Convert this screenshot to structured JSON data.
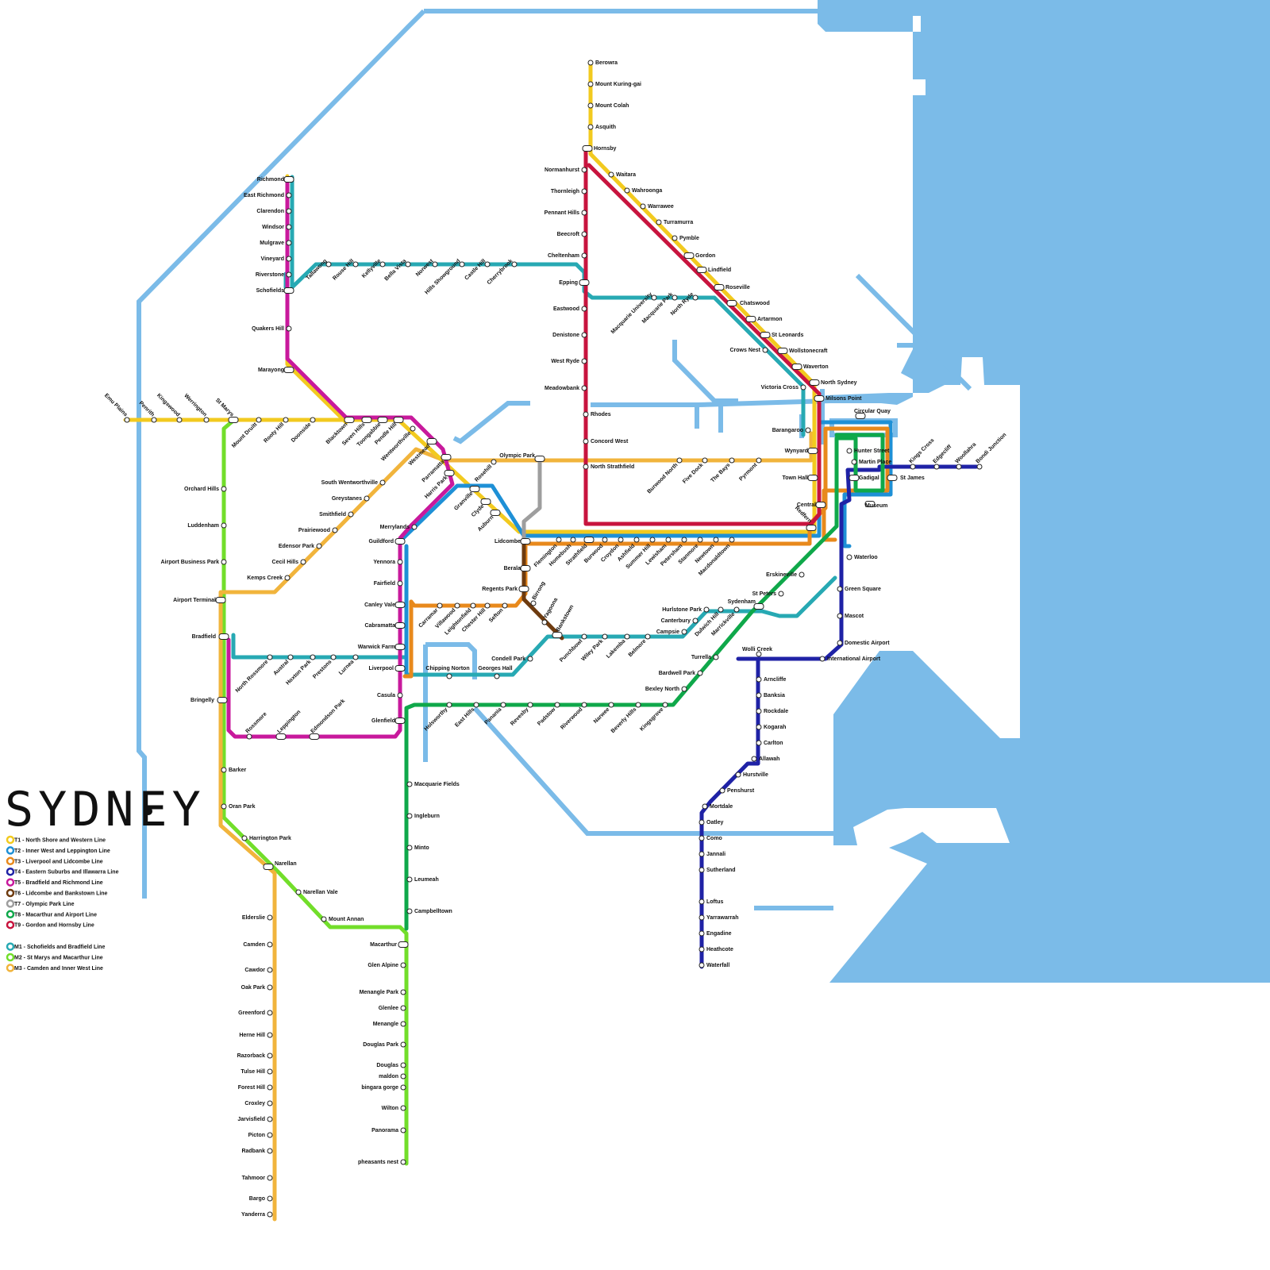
{
  "title": "SYDNEY",
  "colors": {
    "water": "#7bbbe8",
    "T1": "#f2ca1f",
    "T2": "#1e90d6",
    "T3": "#e8891c",
    "T4": "#1f22a6",
    "T5": "#c8199c",
    "T6": "#6e3b0f",
    "T7": "#9e9e9e",
    "T8": "#0fa84a",
    "T9": "#c8143e",
    "M1": "#27a9b3",
    "M2": "#72de2a",
    "M3": "#f1b43c"
  },
  "legend": [
    {
      "key": "T1",
      "label": "T1 - North Shore and Western Line"
    },
    {
      "key": "T2",
      "label": "T2 - Inner West and Leppington Line"
    },
    {
      "key": "T3",
      "label": "T3 - Liverpool and Lidcombe Line"
    },
    {
      "key": "T4",
      "label": "T4 - Eastern Suburbs and Illawarra Line"
    },
    {
      "key": "T5",
      "label": "T5 - Bradfield and Richmond Line"
    },
    {
      "key": "T6",
      "label": "T6 - Lidcombe and Bankstown Line"
    },
    {
      "key": "T7",
      "label": "T7 - Olympic Park Line"
    },
    {
      "key": "T8",
      "label": "T8 - Macarthur and Airport Line"
    },
    {
      "key": "T9",
      "label": "T9 - Gordon and Hornsby Line"
    },
    {
      "key": "M1",
      "label": "M1 - Schofields and Bradfield Line"
    },
    {
      "key": "M2",
      "label": "M2 - St Marys and Macarthur Line"
    },
    {
      "key": "M3",
      "label": "M3 - Camden and Inner West Line"
    }
  ],
  "stations": {
    "berowra": "Berowra",
    "mount_kuring_gai": "Mount Kuring-gai",
    "mount_colah": "Mount Colah",
    "asquith": "Asquith",
    "hornsby": "Hornsby",
    "waitara": "Waitara",
    "wahroonga": "Wahroonga",
    "warrawee": "Warrawee",
    "turramurra": "Turramurra",
    "pymble": "Pymble",
    "gordon": "Gordon",
    "lindfield": "Lindfield",
    "roseville": "Roseville",
    "chatswood": "Chatswood",
    "artarmon": "Artarmon",
    "st_leonards": "St Leonards",
    "wollstonecraft": "Wollstonecraft",
    "waverton": "Waverton",
    "north_sydney": "North Sydney",
    "milsons_point": "Milsons Point",
    "normanhurst": "Normanhurst",
    "thornleigh": "Thornleigh",
    "pennant_hills": "Pennant Hills",
    "beecroft": "Beecroft",
    "cheltenham": "Cheltenham",
    "epping": "Epping",
    "eastwood": "Eastwood",
    "denistone": "Denistone",
    "west_ryde": "West Ryde",
    "meadowbank": "Meadowbank",
    "rhodes": "Rhodes",
    "concord_west": "Concord West",
    "north_strathfield": "North Strathfield",
    "macquarie_university": "Macquarie University",
    "macquarie_park": "Macquarie Park",
    "north_ryde": "North Ryde",
    "crows_nest": "Crows Nest",
    "victoria_cross": "Victoria Cross",
    "barangaroo": "Barangaroo",
    "richmond": "Richmond",
    "east_richmond": "East Richmond",
    "clarendon": "Clarendon",
    "windsor": "Windsor",
    "mulgrave": "Mulgrave",
    "vineyard": "Vineyard",
    "riverstone": "Riverstone",
    "schofields": "Schofields",
    "quakers_hill": "Quakers Hill",
    "marayong": "Marayong",
    "tallawong": "Tallawong",
    "rouse_hill": "Rouse Hill",
    "kellyville": "Kellyville",
    "bella_vista": "Bella Vista",
    "norwest": "Norwest",
    "hills_showground": "Hills Showground",
    "castle_hill": "Castle Hill",
    "cherrybrook": "Cherrybrook",
    "emu_plains": "Emu Plains",
    "penrith": "Penrith",
    "kingswood": "Kingswood",
    "werrington": "Werrington",
    "st_marys": "St Marys",
    "mount_druitt": "Mount Druitt",
    "rooty_hill": "Rooty Hill",
    "doonside": "Doonside",
    "blacktown": "Blacktown",
    "seven_hills": "Seven Hills",
    "toongabbie": "Toongabbie",
    "pendle_hill": "Pendle Hill",
    "wentworthville": "Wentworthville",
    "westmead": "Westmead",
    "parramatta": "Parramatta",
    "harris_park": "Harris Park",
    "granville": "Granville",
    "clyde": "Clyde",
    "auburn": "Auburn",
    "rosehill": "Rosehill",
    "olympic_park": "Olympic Park",
    "lidcombe": "Lidcombe",
    "flemington": "Flemington",
    "homebush": "Homebush",
    "strathfield": "Strathfield",
    "burwood": "Burwood",
    "croydon": "Croydon",
    "ashfield": "Ashfield",
    "summer_hill": "Summer Hill",
    "lewisham": "Lewisham",
    "petersham": "Petersham",
    "stanmore": "Stanmore",
    "newtown": "Newtown",
    "macdonaldtown": "Macdonaldtown",
    "redfern": "Redfern",
    "burwood_north": "Burwood North",
    "five_dock": "Five Dock",
    "the_bays": "The Bays",
    "pyrmont": "Pyrmont",
    "wynyard": "Wynyard",
    "town_hall": "Town Hall",
    "central": "Central",
    "circular_quay": "Circular Quay",
    "hunter_street": "Hunter Street",
    "martin_place": "Martin Place",
    "gadigal": "Gadigal",
    "st_james": "St James",
    "museum": "Museum",
    "kings_cross": "Kings Cross",
    "edgecliff": "Edgecliff",
    "woollahra": "Woollahra",
    "bondi_junction": "Bondi Junction",
    "south_wentworthville": "South Wentworthville",
    "greystanes": "Greystanes",
    "smithfield": "Smithfield",
    "prairiewood": "Prairiewood",
    "edensor_park": "Edensor Park",
    "cecil_hills": "Cecil Hills",
    "kemps_creek": "Kemps Creek",
    "orchard_hills": "Orchard Hills",
    "luddenham": "Luddenham",
    "airport_business_park": "Airport Business Park",
    "airport_terminal": "Airport Terminal",
    "bradfield": "Bradfield",
    "bringelly": "Bringelly",
    "barker": "Barker",
    "oran_park": "Oran Park",
    "harrington_park": "Harrington Park",
    "narellan": "Narellan",
    "narellan_vale": "Narellan Vale",
    "mount_annan": "Mount Annan",
    "merrylands": "Merrylands",
    "guildford": "Guildford",
    "yennora": "Yennora",
    "fairfield": "Fairfield",
    "canley_vale": "Canley Vale",
    "cabramatta": "Cabramatta",
    "warwick_farm": "Warwick Farm",
    "liverpool": "Liverpool",
    "casula": "Casula",
    "glenfield": "Glenfield",
    "berala": "Berala",
    "regents_park": "Regents Park",
    "birrong": "Birrong",
    "yagoona": "Yagoona",
    "bankstown": "Bankstown",
    "carramar": "Carramar",
    "villawood": "Villawood",
    "leightonfield": "Leightonfield",
    "chester_hill": "Chester Hill",
    "sefton": "Sefton",
    "north_rossmore": "North Rossmore",
    "austral": "Austral",
    "hoxton_park": "Hoxton Park",
    "prestons": "Prestons",
    "lurnea": "Lurnea",
    "rossmore": "Rossmore",
    "leppington": "Leppington",
    "edmondson_park": "Edmondson Park",
    "chipping_norton": "Chipping Norton",
    "georges_hall": "Georges Hall",
    "condell_park": "Condell Park",
    "punchbowl": "Punchbowl",
    "wiley_park": "Wiley Park",
    "lakemba": "Lakemba",
    "belmore": "Belmore",
    "campsie": "Campsie",
    "canterbury": "Canterbury",
    "hurlstone_park": "Hurlstone Park",
    "dulwich_hill": "Dulwich Hill",
    "marrickville": "Marrickville",
    "sydenham": "Sydenham",
    "st_peters": "St Peters",
    "erskineville": "Erskineville",
    "holsworthy": "Holsworthy",
    "east_hills": "East Hills",
    "panania": "Panania",
    "revesby": "Revesby",
    "padstow": "Padstow",
    "riverwood": "Riverwood",
    "narwee": "Narwee",
    "beverly_hills": "Beverly Hills",
    "kingsgrove": "Kingsgrove",
    "bexley_north": "Bexley North",
    "bardwell_park": "Bardwell Park",
    "turrella": "Turrella",
    "wolli_creek": "Wolli Creek",
    "international_airport": "International Airport",
    "domestic_airport": "Domestic Airport",
    "mascot": "Mascot",
    "green_square": "Green Square",
    "waterloo": "Waterloo",
    "arncliffe": "Arncliffe",
    "banksia": "Banksia",
    "rockdale": "Rockdale",
    "kogarah": "Kogarah",
    "carlton": "Carlton",
    "allawah": "Allawah",
    "hurstville": "Hurstville",
    "penshurst": "Penshurst",
    "mortdale": "Mortdale",
    "oatley": "Oatley",
    "como": "Como",
    "jannali": "Jannali",
    "sutherland": "Sutherland",
    "loftus": "Loftus",
    "yarrawarrah": "Yarrawarrah",
    "engadine": "Engadine",
    "heathcote": "Heathcote",
    "waterfall": "Waterfall",
    "macquarie_fields": "Macquarie Fields",
    "ingleburn": "Ingleburn",
    "minto": "Minto",
    "leumeah": "Leumeah",
    "campbelltown": "Campbelltown",
    "macarthur": "Macarthur",
    "glen_alpine": "Glen Alpine",
    "menangle_park": "Menangle Park",
    "glenlee": "Glenlee",
    "menangle": "Menangle",
    "douglas_park": "Douglas Park",
    "douglas": "Douglas",
    "maldon": "maldon",
    "bingara_gorge": "bingara gorge",
    "wilton": "Wilton",
    "panorama": "Panorama",
    "pheasants_nest": "pheasants nest",
    "elderslie": "Elderslie",
    "camden": "Camden",
    "cawdor": "Cawdor",
    "oak_park": "Oak Park",
    "greenford": "Greenford",
    "herne_hill": "Herne Hill",
    "razorback": "Razorback",
    "tulse_hill": "Tulse Hill",
    "forest_hill": "Forest Hill",
    "croxley": "Croxley",
    "jarvisfield": "Jarvisfield",
    "picton": "Picton",
    "radbank": "Radbank",
    "tahmoor": "Tahmoor",
    "bargo": "Bargo",
    "yanderra": "Yanderra"
  }
}
